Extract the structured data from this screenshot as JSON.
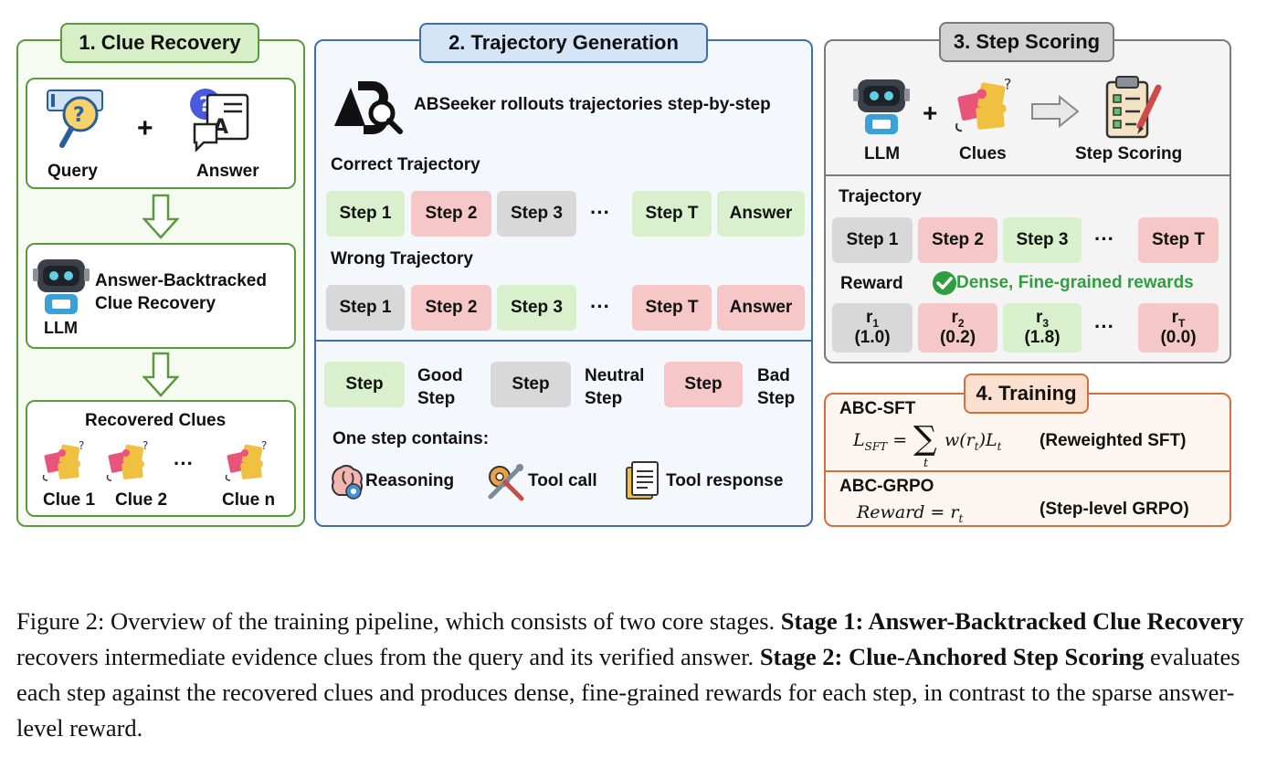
{
  "stage1": {
    "title": "1. Clue Recovery",
    "query_label": "Query",
    "answer_label": "Answer",
    "plus": "+",
    "llm_label": "LLM",
    "recovery_line1": "Answer-Backtracked",
    "recovery_line2": "Clue Recovery",
    "clues_title": "Recovered Clues",
    "clues": [
      "Clue 1",
      "Clue 2",
      "Clue n"
    ],
    "ellipsis": "···"
  },
  "stage2": {
    "title": "2. Trajectory Generation",
    "rollout_text": "ABSeeker rollouts trajectories step-by-step",
    "correct_label": "Correct Trajectory",
    "correct_steps": [
      "Step 1",
      "Step 2",
      "Step 3",
      "Step T",
      "Answer"
    ],
    "wrong_label": "Wrong Trajectory",
    "wrong_steps": [
      "Step 1",
      "Step 2",
      "Step 3",
      "Step T",
      "Answer"
    ],
    "ellipsis": "···",
    "legend": {
      "chip": "Step",
      "good_1": "Good",
      "good_2": "Step",
      "neutral_1": "Neutral",
      "neutral_2": "Step",
      "bad_1": "Bad",
      "bad_2": "Step"
    },
    "contains_label": "One step contains:",
    "components": [
      "Reasoning",
      "Tool call",
      "Tool response"
    ]
  },
  "stage3": {
    "title": "3. Step Scoring",
    "llm_label": "LLM",
    "clues_label": "Clues",
    "scoring_label": "Step Scoring",
    "plus": "+",
    "trajectory_label": "Trajectory",
    "steps": [
      "Step 1",
      "Step 2",
      "Step 3",
      "Step T"
    ],
    "ellipsis": "···",
    "reward_label": "Reward",
    "dense_label": "Dense, Fine-grained rewards",
    "rewards": [
      {
        "sym": "r",
        "sub": "1",
        "val": "(1.0)"
      },
      {
        "sym": "r",
        "sub": "2",
        "val": "(0.2)"
      },
      {
        "sym": "r",
        "sub": "3",
        "val": "(1.8)"
      },
      {
        "sym": "r",
        "sub": "T",
        "val": "(0.0)"
      }
    ]
  },
  "stage4": {
    "title": "4. Training",
    "sft_label": "ABC-SFT",
    "sft_note": "(Reweighted SFT)",
    "grpo_label": "ABC-GRPO",
    "grpo_formula": "Reward = r",
    "grpo_sub": "t",
    "grpo_note": "(Step-level GRPO)",
    "sft_lhs": "L",
    "sft_lhs_sub": "SFT",
    "sft_eq": "=",
    "sft_sum": "∑",
    "sft_sum_sub": "t",
    "sft_rhs": "w(r",
    "sft_rhs_sub": "t",
    "sft_rhs2": ")L",
    "sft_rhs2_sub": "t"
  },
  "caption": {
    "p1": "Figure 2:  Overview of the training pipeline, which consists of two core stages.  ",
    "b1": "Stage 1: Answer-Backtracked Clue Recovery",
    "p2": " recovers intermediate evidence clues from the query and its verified answer. ",
    "b2": "Stage 2: Clue-Anchored Step Scoring",
    "p3": " evaluates each step against the recovered clues and produces dense, fine-grained rewards for each step, in contrast to the sparse answer-level reward."
  }
}
